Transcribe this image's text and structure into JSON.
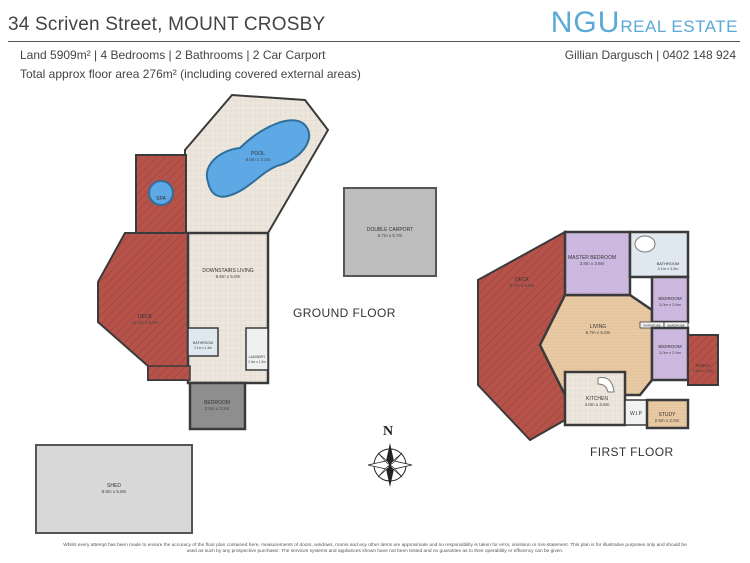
{
  "header": {
    "address": "34 Scriven Street, MOUNT CROSBY",
    "logo_main": "NGU",
    "logo_sub": "REAL ESTATE",
    "details": "Land 5909m² | 4 Bedrooms | 2 Bathrooms | 2 Car Carport",
    "area": "Total approx floor area 276m² (including covered external areas)",
    "agent": "Gillian Dargusch | 0402 148 924"
  },
  "ground_floor": {
    "title": "GROUND FLOOR",
    "rooms": {
      "pool": {
        "name": "POOL",
        "dim": "8.0m x 3.1m"
      },
      "spa": {
        "name": "SPA"
      },
      "downstairs_living": {
        "name": "DOWNSTAIRS LIVING",
        "dim": "9.6m x 5.0m"
      },
      "deck": {
        "name": "DECK",
        "dim": "11.1m x 5.8m"
      },
      "bathroom": {
        "name": "BATHROOM",
        "dim": "2.1m x 1.3m"
      },
      "laundry": {
        "name": "LAUNDRY",
        "dim": "2.4m x 1.3m"
      },
      "bedroom": {
        "name": "BEDROOM",
        "dim": "3.5m x 3.2m"
      },
      "double_carport": {
        "name": "DOUBLE CARPORT",
        "dim": "5.7m x 5.7m"
      },
      "shed": {
        "name": "SHED",
        "dim": "8.9m x 5.8m"
      }
    }
  },
  "first_floor": {
    "title": "FIRST FLOOR",
    "rooms": {
      "deck": {
        "name": "DECK",
        "dim": "5.7m x 5.6m"
      },
      "master_bedroom": {
        "name": "MASTER BEDROOM",
        "dim": "3.8m x 3.8m"
      },
      "bathroom": {
        "name": "BATHROOM",
        "dim": "3.1m x 3.0m"
      },
      "bedroom1": {
        "name": "BEDROOM",
        "dim": "3.0m x 2.8m"
      },
      "bedroom2": {
        "name": "BEDROOM",
        "dim": "3.0m x 2.9m"
      },
      "living": {
        "name": "LIVING",
        "dim": "6.7m x 5.0m"
      },
      "kitchen": {
        "name": "KITCHEN",
        "dim": "4.0m x 3.8m"
      },
      "wip": {
        "name": "W.I.P"
      },
      "study": {
        "name": "STUDY",
        "dim": "2.5m x 2.0m"
      },
      "porch": {
        "name": "PORCH",
        "dim": "3.6m x 2.3m"
      },
      "wardrobe1": {
        "name": "WARDROBE"
      },
      "wardrobe2": {
        "name": "WARDROBE"
      }
    }
  },
  "compass": {
    "north": "N"
  },
  "disclaimer": "Whilst every attempt has been made to ensure the accuracy of the floor plan contained here, measurements of doors, windows, rooms and any other items are approximate and no responsibility is taken for error, omission or mis-statement. This plan is for illustrative purposes only and should be used as such by any prospective purchaser. The services systems and appliances shown have not been tested and no guarantee as to their operability or efficiency can be given.",
  "colors": {
    "brand": "#5aa9d6",
    "deck": "#b5524a",
    "floor_tile": "#e8e2d8",
    "bedroom_carpet": "#cdb8e0",
    "living_floor": "#e9c9a3",
    "pool_water": "#5fa8e6",
    "carport": "#bdbdbd",
    "wall": "#3a3a3a"
  }
}
